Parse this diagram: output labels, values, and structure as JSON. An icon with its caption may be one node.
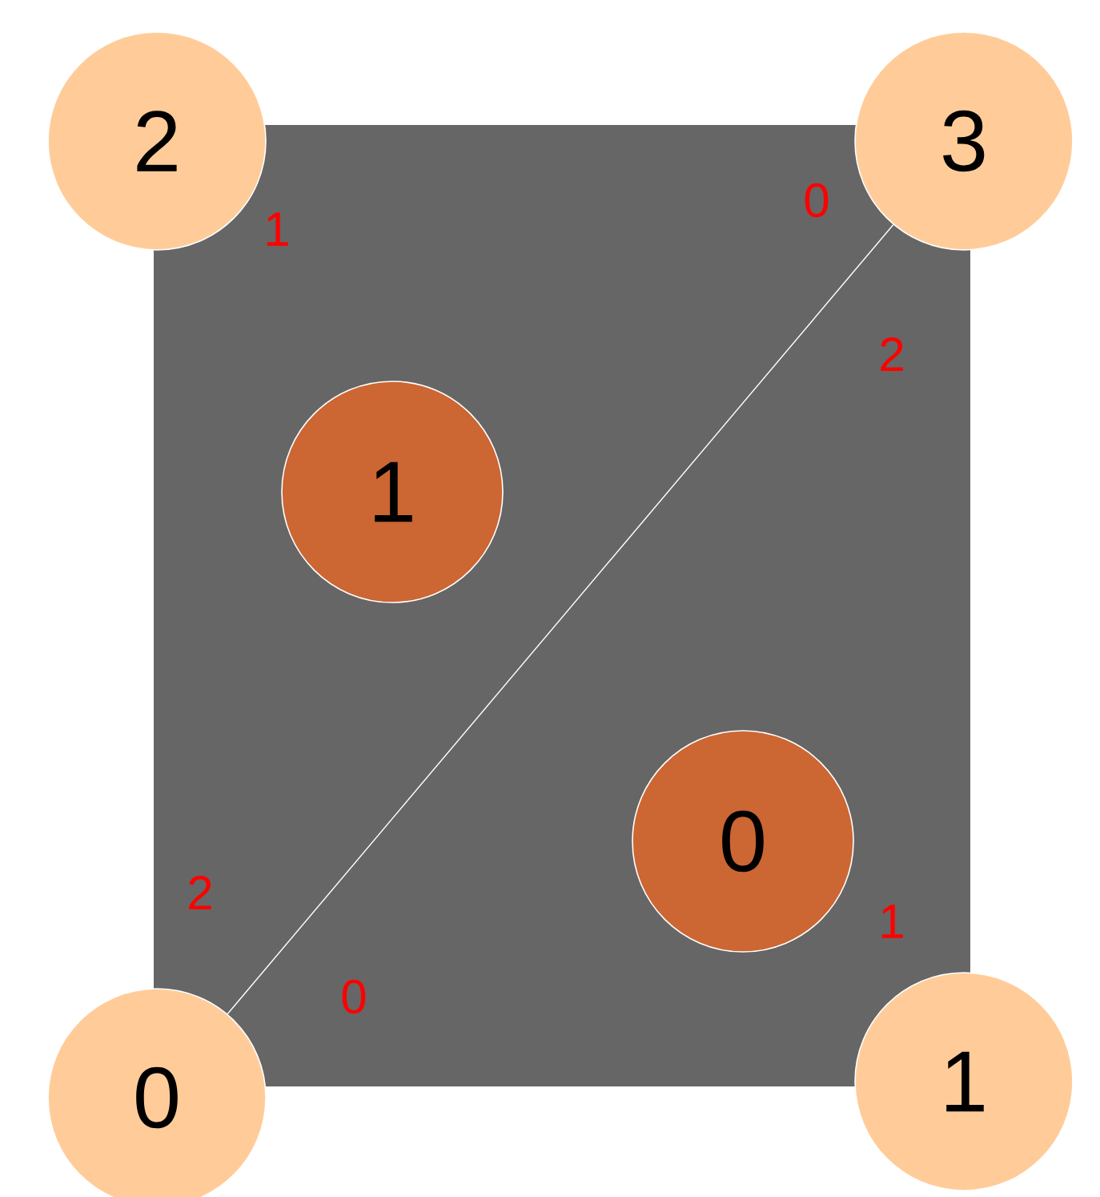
{
  "diagram": {
    "nodes": [
      {
        "text": [
          "2"
        ]
      },
      {
        "text": [
          "3"
        ]
      },
      {
        "text": [
          "1"
        ]
      },
      {
        "text": [
          "0"
        ]
      },
      {
        "text": [
          "0"
        ]
      },
      {
        "text": [
          "1"
        ]
      }
    ],
    "edges": [
      {
        "from": 4,
        "to": 1,
        "arrow": "none",
        "color": "#ffffff"
      }
    ],
    "labels": [
      "0",
      "1",
      "2",
      "2",
      "1",
      "0"
    ]
  }
}
